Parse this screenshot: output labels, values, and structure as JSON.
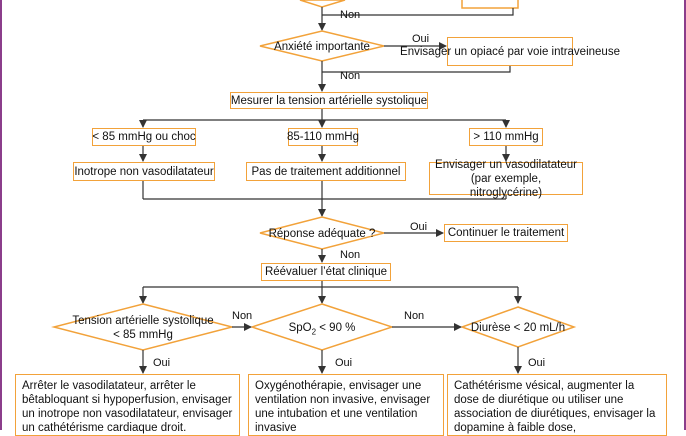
{
  "labels": {
    "oui": "Oui",
    "non": "Non"
  },
  "nodes": {
    "anxiete": "Anxiété importante",
    "opiace": "Envisager un opiacé par voie intraveineuse",
    "mesurer": "Mesurer la tension artérielle systolique",
    "cat_low": "< 85 mmHg ou choc",
    "cat_mid": "85-110 mmHg",
    "cat_high": "> 110 mmHg",
    "inotrope": "Inotrope non vasodilatateur",
    "pas_traitement": "Pas de traitement additionnel",
    "vasodil": "Envisager un vasodilatateur (par exemple, nitroglycérine)",
    "reponse": "Réponse adéquate ?",
    "continuer": "Continuer le traitement",
    "reevaluer": "Réévaluer l’état clinique",
    "tas_line1": "Tension artérielle systolique",
    "tas_line2": "< 85 mmHg",
    "spo2_prefix": "SpO",
    "spo2_sub": "2",
    "spo2_suffix": " < 90 %",
    "diurese": "Diurèse < 20 mL/h",
    "action1": "Arrêter le vasodilatateur, arrêter le bêtabloquant si hypoperfusion, envisager un inotrope non vasodilatateur, envisager un cathétérisme cardiaque droit.",
    "action2": "Oxygénothérapie, envisager une ventilation non invasive, envisager une intubation et une ventilation invasive",
    "action3": "Cathétérisme vésical, augmenter la dose de diurétique ou utiliser une association de diurétiques, envisager la dopamine à faible dose,"
  },
  "colors": {
    "box_border": "#f2a23a",
    "side_rule": "#8b3d8b",
    "line": "#333333"
  }
}
